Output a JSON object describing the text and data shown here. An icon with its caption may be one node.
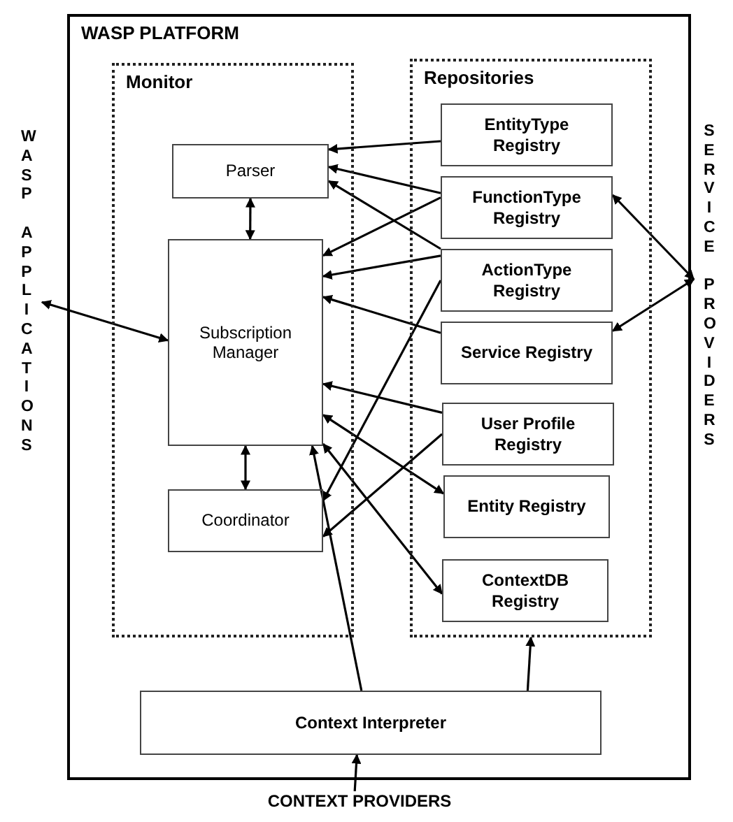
{
  "diagram": {
    "nodes": [
      {
        "text": [
          "WASP PLATFORM"
        ]
      },
      {
        "text": [
          "Monitor"
        ],
        "in": 0
      },
      {
        "text": [
          "Parser"
        ],
        "in": 1
      },
      {
        "text": [
          "Subscription Manager"
        ],
        "in": 1
      },
      {
        "text": [
          "Coordinator"
        ],
        "in": 1
      },
      {
        "text": [
          "Repositories"
        ],
        "in": 0
      },
      {
        "text": [
          "EntityType Registry"
        ],
        "in": 5
      },
      {
        "text": [
          "FunctionType Registry"
        ],
        "in": 5
      },
      {
        "text": [
          "ActionType Registry"
        ],
        "in": 5
      },
      {
        "text": [
          "Service Registry"
        ],
        "in": 5
      },
      {
        "text": [
          "User Profile Registry"
        ],
        "in": 5
      },
      {
        "text": [
          "Entity Registry"
        ],
        "in": 5
      },
      {
        "text": [
          "ContextDB Registry"
        ],
        "in": 5
      },
      {
        "text": [
          "Context Interpreter"
        ],
        "in": 0
      },
      {
        "text": [
          "WASP APPLICATIONS"
        ]
      },
      {
        "text": [
          "SERVICE PROVIDERS"
        ]
      },
      {
        "text": [
          "CONTEXT PROVIDERS"
        ]
      }
    ],
    "edges": [
      {
        "from": 2,
        "to": 3,
        "arrow": "both"
      },
      {
        "from": 3,
        "to": 4,
        "arrow": "both"
      },
      {
        "from": 6,
        "to": 2,
        "arrow": "to"
      },
      {
        "from": 7,
        "to": 2,
        "arrow": "to"
      },
      {
        "from": 8,
        "to": 2,
        "arrow": "to"
      },
      {
        "from": 7,
        "to": 3,
        "arrow": "to"
      },
      {
        "from": 8,
        "to": 3,
        "arrow": "to"
      },
      {
        "from": 9,
        "to": 3,
        "arrow": "to"
      },
      {
        "from": 10,
        "to": 3,
        "arrow": "to"
      },
      {
        "from": 3,
        "to": 11,
        "arrow": "both"
      },
      {
        "from": 3,
        "to": 12,
        "arrow": "both"
      },
      {
        "from": 8,
        "to": 4,
        "arrow": "to"
      },
      {
        "from": 10,
        "to": 4,
        "arrow": "to"
      },
      {
        "from": 13,
        "to": 3,
        "arrow": "to"
      },
      {
        "from": 13,
        "to": 5,
        "arrow": "to"
      },
      {
        "from": 16,
        "to": 13,
        "arrow": "to"
      },
      {
        "from": 14,
        "to": 3,
        "arrow": "both"
      },
      {
        "from": 15,
        "to": 7,
        "arrow": "both"
      },
      {
        "from": 15,
        "to": 9,
        "arrow": "both"
      }
    ]
  }
}
